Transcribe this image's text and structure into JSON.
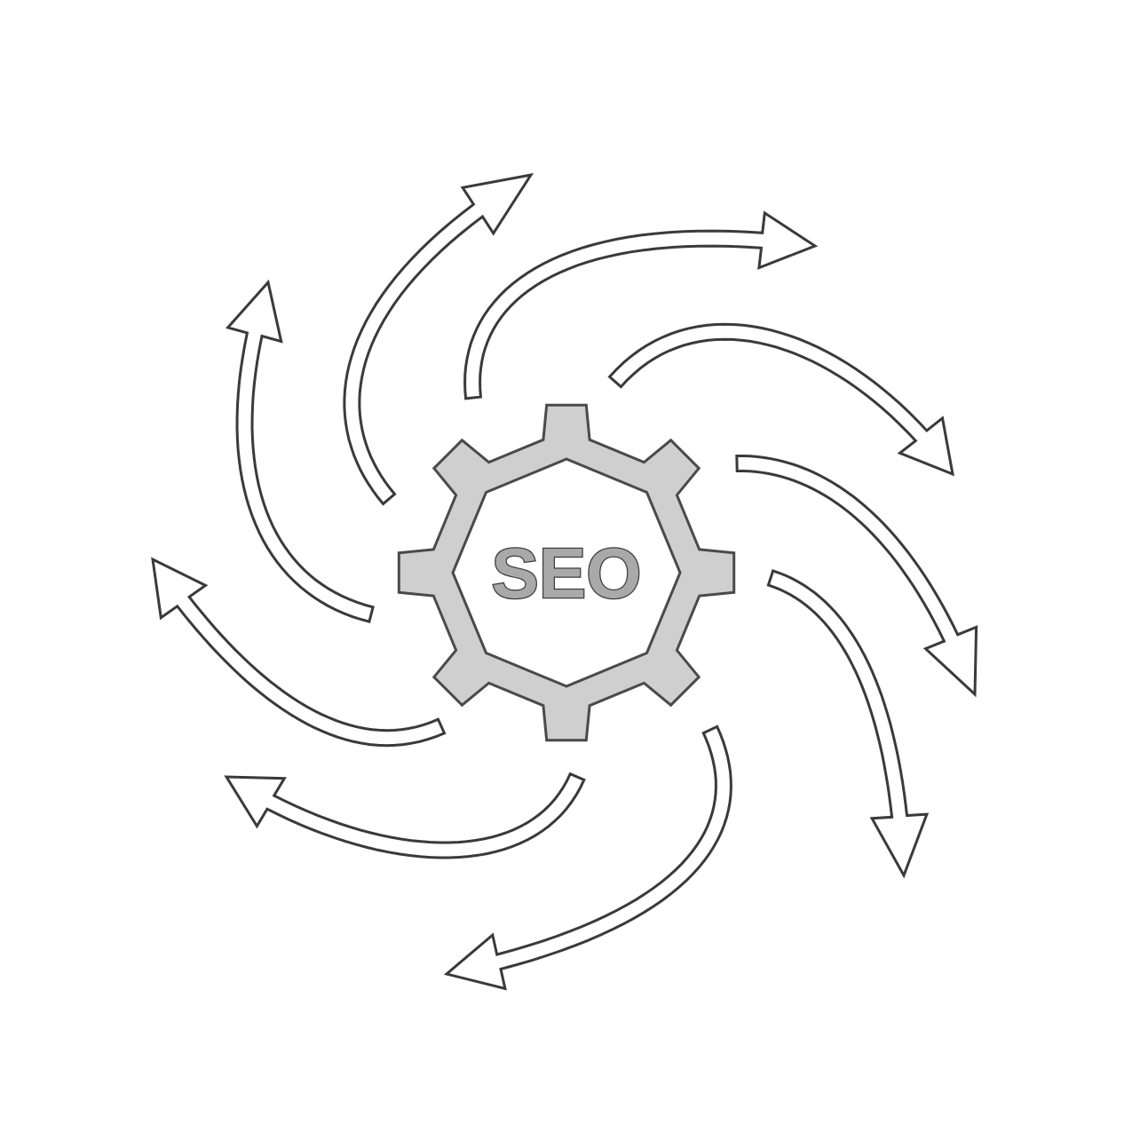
{
  "center": {
    "label": "SEO",
    "icon": "gear-icon",
    "gear_fill": "#cfcfcf",
    "outline_color": "#3a3a3a"
  },
  "arrows": [
    {
      "name": "arrow-up",
      "icon": "curved-arrow-icon"
    },
    {
      "name": "arrow-upper-right",
      "icon": "curved-arrow-icon"
    },
    {
      "name": "arrow-right",
      "icon": "curved-arrow-icon"
    },
    {
      "name": "arrow-lower-right",
      "icon": "curved-arrow-icon"
    },
    {
      "name": "arrow-down-right",
      "icon": "curved-arrow-icon"
    },
    {
      "name": "arrow-down",
      "icon": "curved-arrow-icon"
    },
    {
      "name": "arrow-lower-left",
      "icon": "curved-arrow-icon"
    },
    {
      "name": "arrow-left",
      "icon": "curved-arrow-icon"
    },
    {
      "name": "arrow-upper-left",
      "icon": "curved-arrow-icon"
    }
  ]
}
